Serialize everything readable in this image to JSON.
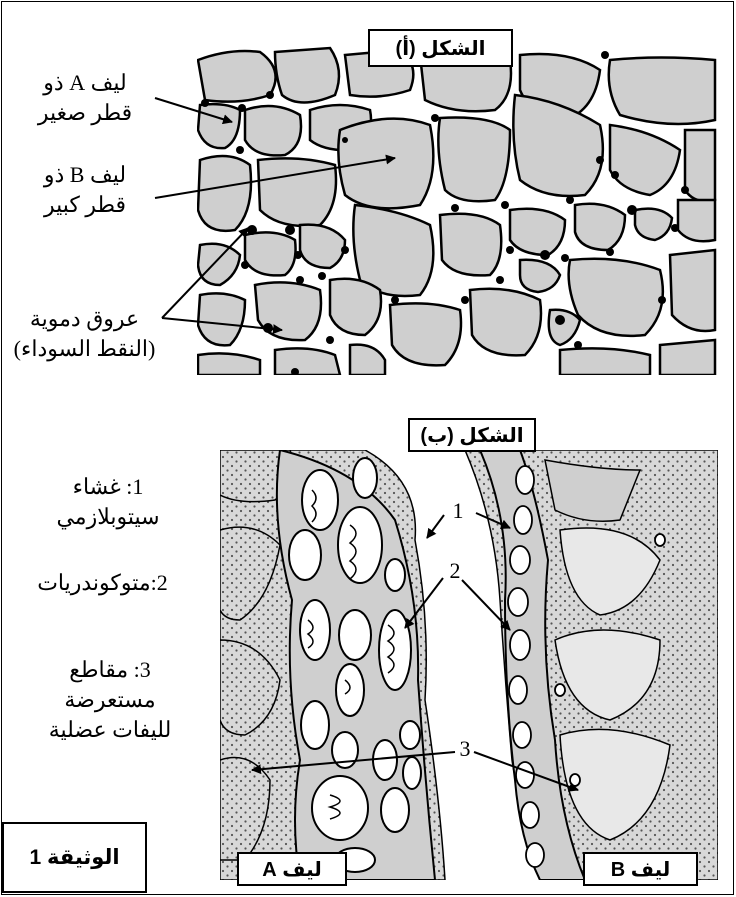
{
  "figure_a": {
    "title": "الشكل (أ)",
    "label_fiber_a": [
      "ليف A ذو",
      "قطر صغير"
    ],
    "label_fiber_b": [
      "ليف B ذو",
      "قطر كبير"
    ],
    "label_vessels": [
      "عروق دموية",
      "(النقط السوداء)"
    ]
  },
  "figure_b": {
    "title": "الشكل (ب)",
    "legend_1": [
      "1: غشاء",
      "سيتوبلازمي"
    ],
    "legend_2": "2:متوكوندريات",
    "legend_3": [
      "3: مقاطع",
      "مستعرضة",
      "لليفات عضلية"
    ],
    "num_1": "1",
    "num_2": "2",
    "num_3": "3",
    "fiber_a_label": "ليف A",
    "fiber_b_label": "ليف B"
  },
  "document_label": "الوثيقة 1",
  "colors": {
    "cell_fill": "#cfcfcf",
    "background": "#ffffff",
    "stroke": "#000000"
  }
}
